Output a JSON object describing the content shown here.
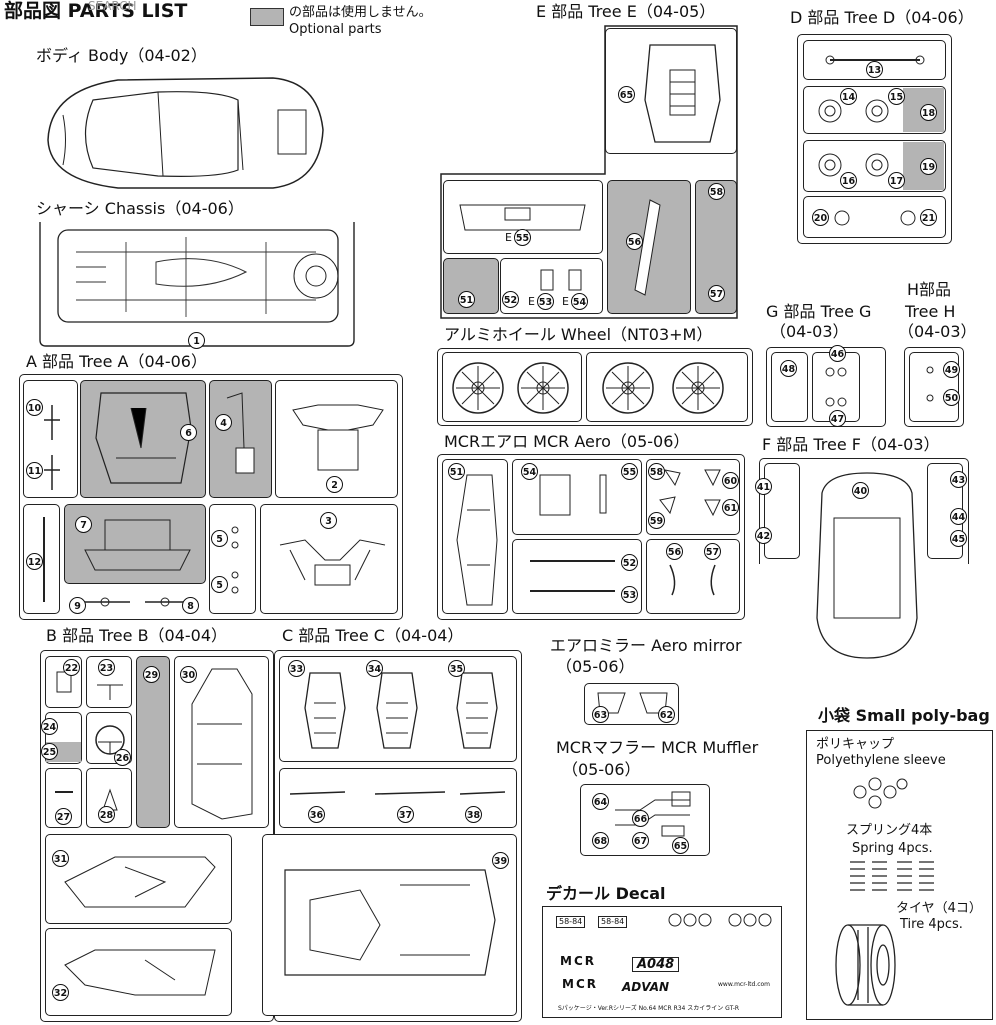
{
  "title": "部品図 PARTS LIST",
  "watermark": "SEARCH",
  "legend": {
    "jp": "の部品は使用しません。",
    "en": "Optional parts",
    "swatch_color": "#b4b4b4"
  },
  "sections": {
    "body": "ボディ Body（04-02）",
    "chassis": "シャーシ Chassis（04-06）",
    "tree_a": "A 部品 Tree A（04-06）",
    "tree_b": "B 部品 Tree B（04-04）",
    "tree_c": "C 部品 Tree C（04-04）",
    "tree_e": "E 部品 Tree E（04-05）",
    "tree_d": "D 部品 Tree D（04-06）",
    "wheel": "アルミホイール Wheel（NT03+M）",
    "mcr_aero": "MCRエアロ MCR Aero（05-06）",
    "tree_g": "G 部品 Tree G",
    "tree_g_code": "（04-03）",
    "tree_h1": "H部品",
    "tree_h2": "Tree H",
    "tree_h_code": "（04-03）",
    "tree_f": "F 部品 Tree F（04-03）",
    "aero_mirror": "エアロミラー Aero mirror",
    "aero_mirror_code": "（05-06）",
    "muffler": "MCRマフラー MCR Muffler",
    "muffler_code": "（05-06）",
    "decal": "デカール Decal",
    "polybag": "小袋 Small poly-bag"
  },
  "polybag": {
    "cap_jp": "ポリキャップ",
    "cap_en": "Polyethylene sleeve",
    "spring_jp": "スプリング4本",
    "spring_en": "Spring 4pcs.",
    "tire_jp": "タイヤ（4コ）",
    "tire_en": "Tire 4pcs."
  },
  "labels": {
    "e55": "E",
    "e53": "E",
    "e54": "E",
    "n1": "1",
    "n2": "2",
    "n3": "3",
    "n4": "4",
    "n5a": "5",
    "n5b": "5",
    "n6": "6",
    "n7": "7",
    "n8": "8",
    "n9": "9",
    "n10": "10",
    "n11": "11",
    "n12": "12",
    "n13": "13",
    "n14": "14",
    "n15": "15",
    "n16": "16",
    "n17": "17",
    "n18": "18",
    "n19": "19",
    "n20": "20",
    "n21": "21",
    "n22": "22",
    "n23": "23",
    "n24": "24",
    "n25": "25",
    "n26": "26",
    "n27": "27",
    "n28": "28",
    "n29": "29",
    "n30": "30",
    "n31": "31",
    "n32": "32",
    "n33": "33",
    "n34": "34",
    "n35": "35",
    "n36": "36",
    "n37": "37",
    "n38": "38",
    "n39": "39",
    "n40": "40",
    "n41": "41",
    "n42": "42",
    "n43": "43",
    "n44": "44",
    "n45": "45",
    "n46": "46",
    "n47": "47",
    "n48": "48",
    "n49": "49",
    "n50": "50",
    "n51e": "51",
    "n52e": "52",
    "n53e": "53",
    "n54e": "54",
    "n55e": "55",
    "n56e": "56",
    "n57e": "57",
    "n58e": "58",
    "n65e": "65",
    "n51m": "51",
    "n52m": "52",
    "n53m": "53",
    "n54m": "54",
    "n55m": "55",
    "n56m": "56",
    "n57m": "57",
    "n58m": "58",
    "n59": "59",
    "n60": "60",
    "n61": "61",
    "n62": "62",
    "n63": "63",
    "n64": "64",
    "n65m": "65",
    "n66": "66",
    "n67": "67",
    "n68": "68"
  },
  "decal": {
    "plate1": "58-84",
    "plate2": "58-84",
    "brand1": "MCR",
    "brand2": "MCR",
    "code": "A048",
    "advan": "ADVAN",
    "url": "www.mcr-ltd.com",
    "footer": "Sパッケージ・Ver.Rシリーズ No.64  MCR R34 スカイライン GT-R"
  }
}
